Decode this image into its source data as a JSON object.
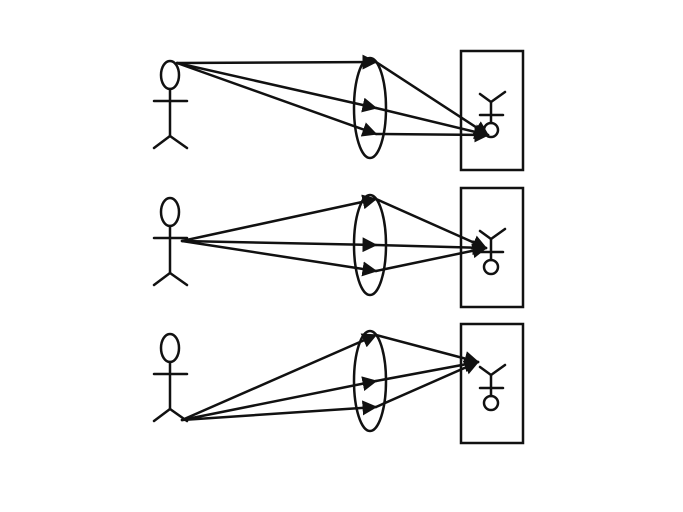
{
  "diagram": {
    "stroke_color": "#111111",
    "background_color": "#ffffff",
    "panels": [
      {
        "object_point": "head",
        "image_orientation": "inverted"
      },
      {
        "object_point": "waist",
        "image_orientation": "inverted"
      },
      {
        "object_point": "feet",
        "image_orientation": "inverted"
      }
    ]
  }
}
